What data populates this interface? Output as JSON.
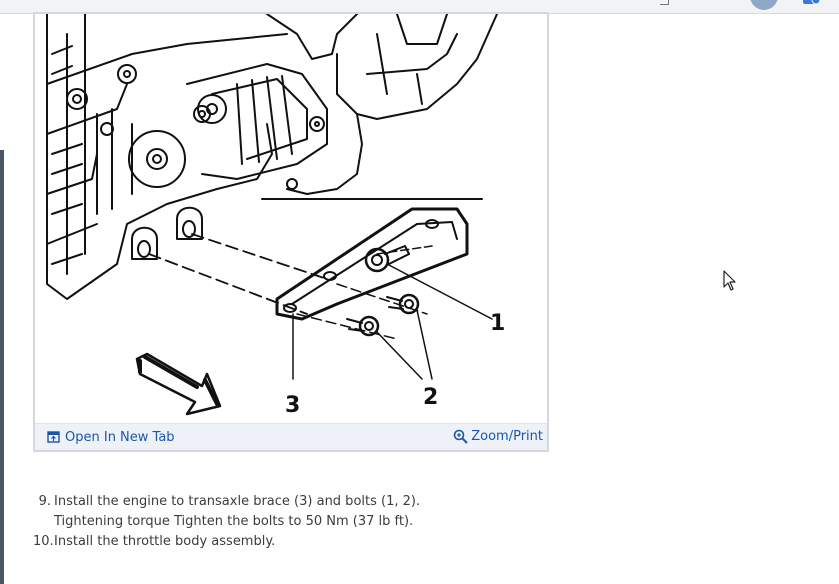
{
  "figure": {
    "callouts": [
      "1",
      "2",
      "3"
    ],
    "open_tab_label": "Open In New Tab",
    "zoom_label": "Zoom/Print"
  },
  "steps": [
    {
      "number": "9.",
      "text": "Install the engine to transaxle brace (3) and bolts (1, 2).",
      "subtext": "Tightening torque Tighten the bolts to 50 Nm (37 lb ft)."
    },
    {
      "number": "10.",
      "text": "Install the throttle body assembly.",
      "subtext": ""
    }
  ],
  "colors": {
    "link": "#1a56a8",
    "footer_bg": "#eef2f8",
    "card_border": "#d4d8de"
  },
  "icons": [
    "open-in-new-tab-icon",
    "zoom-icon",
    "mouse-pointer-icon"
  ]
}
